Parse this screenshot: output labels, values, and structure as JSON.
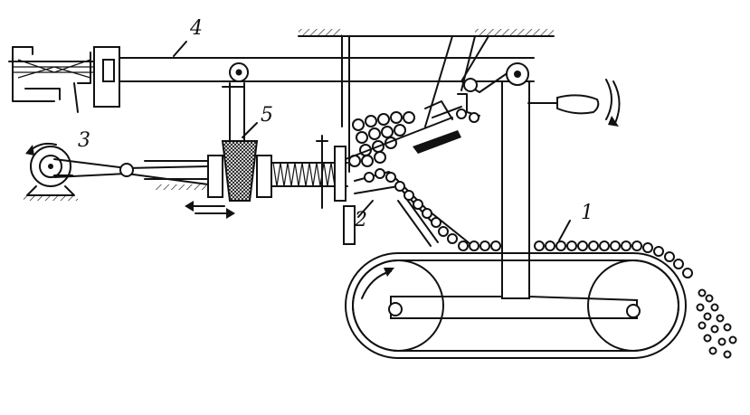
{
  "labels": {
    "belt_conveyor": "1",
    "chute": "2",
    "crank_drive": "3",
    "lever_rod": "4",
    "pusher": "5"
  }
}
